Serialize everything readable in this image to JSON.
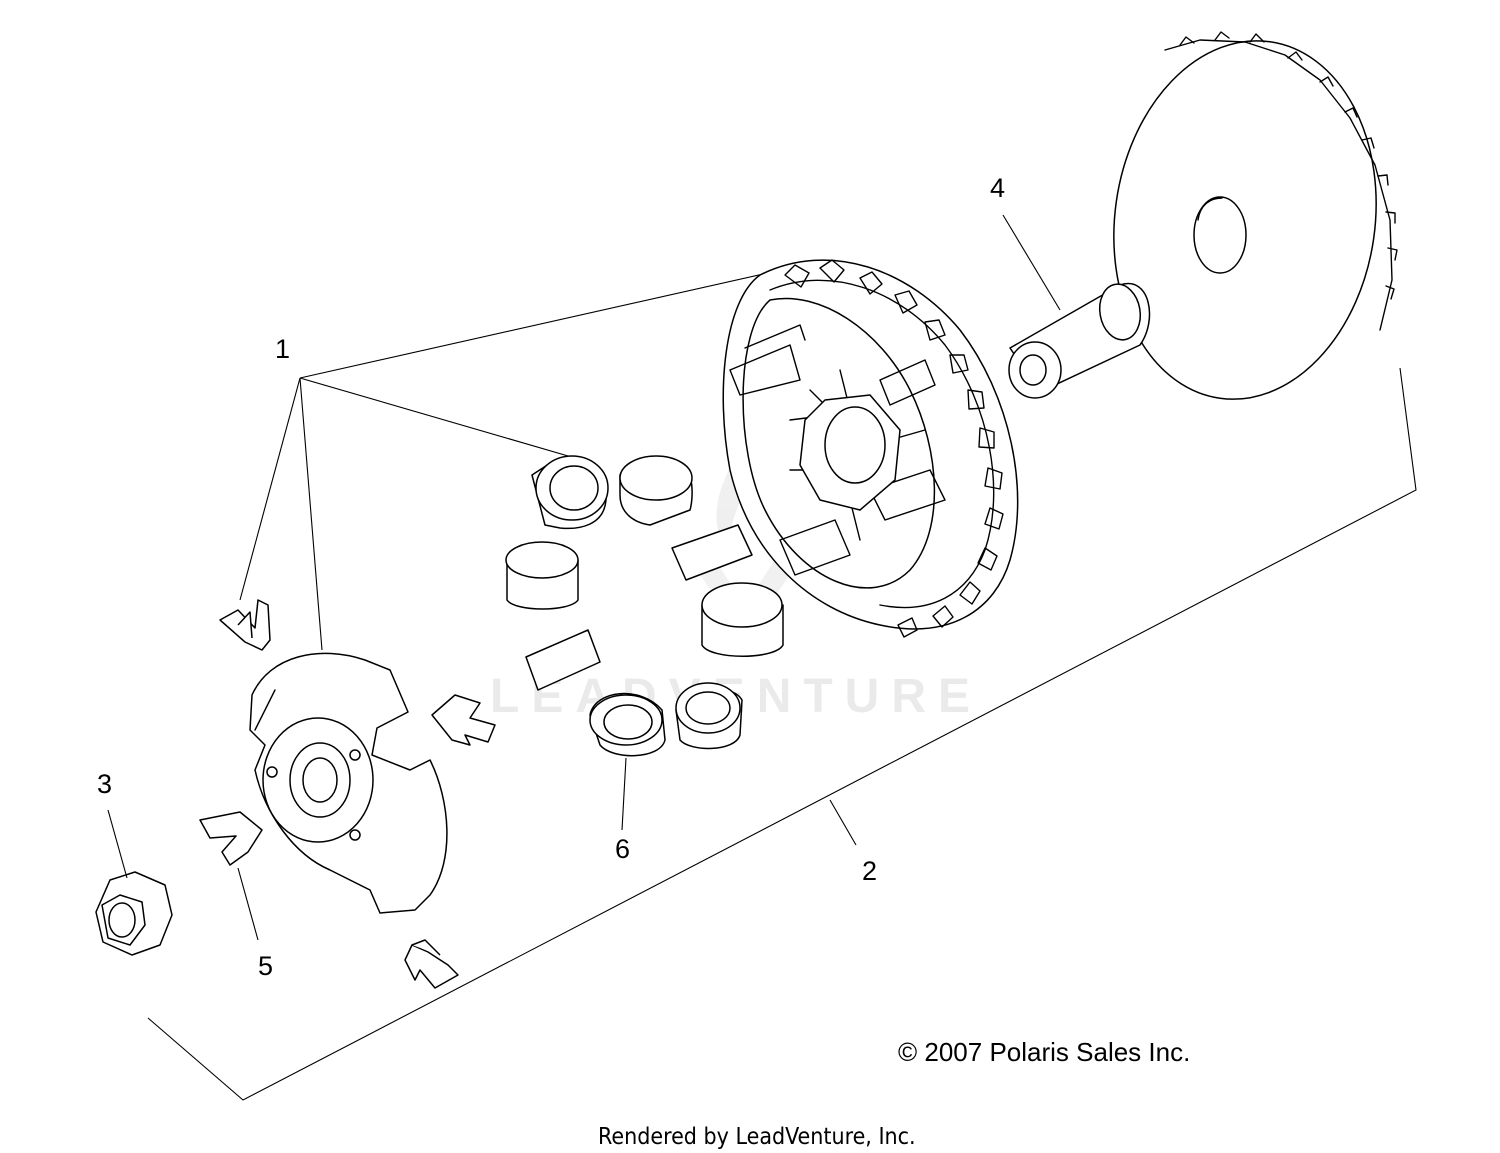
{
  "callouts": [
    "1",
    "2",
    "3",
    "4",
    "5",
    "6"
  ],
  "copyright": "© 2007 Polaris Sales Inc.",
  "rendered_by": "Rendered by LeadVenture, Inc.",
  "watermark": "LEADVENTURE"
}
